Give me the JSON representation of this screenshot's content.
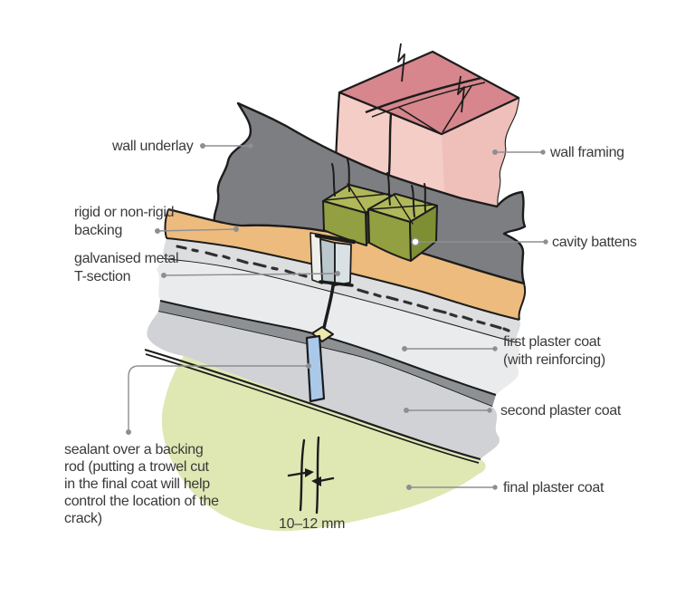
{
  "diagram": {
    "type": "construction-detail-illustration",
    "labels": {
      "wall_underlay": "wall underlay",
      "rigid_backing": "rigid or non-rigid\nbacking",
      "galvanised_t_section": "galvanised metal\nT-section",
      "wall_framing": "wall framing",
      "cavity_battens": "cavity battens",
      "first_plaster": "first plaster coat\n(with reinforcing)",
      "second_plaster": "second plaster coat",
      "final_plaster": "final plaster coat",
      "sealant_note": "sealant over a backing\nrod (putting a trowel cut\nin the final coat will help\ncontrol the location of the\ncrack)",
      "dimension": "10–12 mm"
    },
    "colors": {
      "wall_framing_top": "#d6868c",
      "wall_framing_face": "#f5cdc7",
      "wall_framing_side": "#efc0ba",
      "wall_underlay": "#7d7e81",
      "backing": "#ecbb7d",
      "batten_top": "#b0b85a",
      "batten_front": "#93a041",
      "batten_side": "#7e8e33",
      "reinforcing_band": "#dcdee0",
      "first_plaster": "#e9ebec",
      "plaster_shadow_band": "#8e9194",
      "second_plaster": "#d0d2d5",
      "final_plaster": "#dfe7b3",
      "sealant": "#aac9e9",
      "backing_rod": "#eee9ad",
      "outline": "#1c1c1c",
      "leader": "#8e8f91",
      "label_text": "#3a3a3a"
    }
  }
}
